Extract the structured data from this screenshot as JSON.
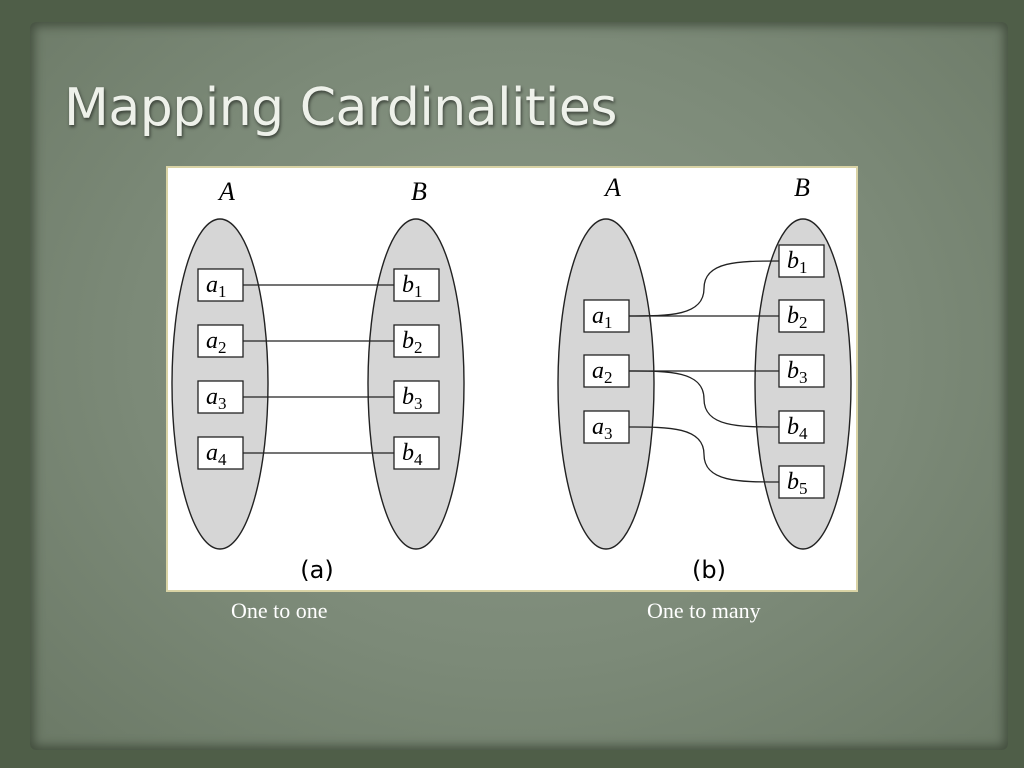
{
  "slide": {
    "title": "Mapping Cardinalities",
    "captions": {
      "left": "One to one",
      "right": "One to many"
    }
  },
  "colors": {
    "background": "#4f5e48",
    "panel": "#7c8a78",
    "title_text": "#eef1ea",
    "ellipse_fill": "#d6d6d6",
    "figure_border": "#d9d3a5"
  },
  "diagrams": [
    {
      "label": "(a)",
      "set_a_name": "A",
      "set_b_name": "B",
      "set_a": [
        "1",
        "2",
        "3",
        "4"
      ],
      "set_b": [
        "1",
        "2",
        "3",
        "4"
      ],
      "mapping": [
        [
          1,
          1
        ],
        [
          2,
          2
        ],
        [
          3,
          3
        ],
        [
          4,
          4
        ]
      ]
    },
    {
      "label": "(b)",
      "set_a_name": "A",
      "set_b_name": "B",
      "set_a": [
        "1",
        "2",
        "3"
      ],
      "set_b": [
        "1",
        "2",
        "3",
        "4",
        "5"
      ],
      "mapping": [
        [
          1,
          1
        ],
        [
          1,
          2
        ],
        [
          2,
          3
        ],
        [
          2,
          4
        ],
        [
          3,
          5
        ]
      ]
    }
  ]
}
